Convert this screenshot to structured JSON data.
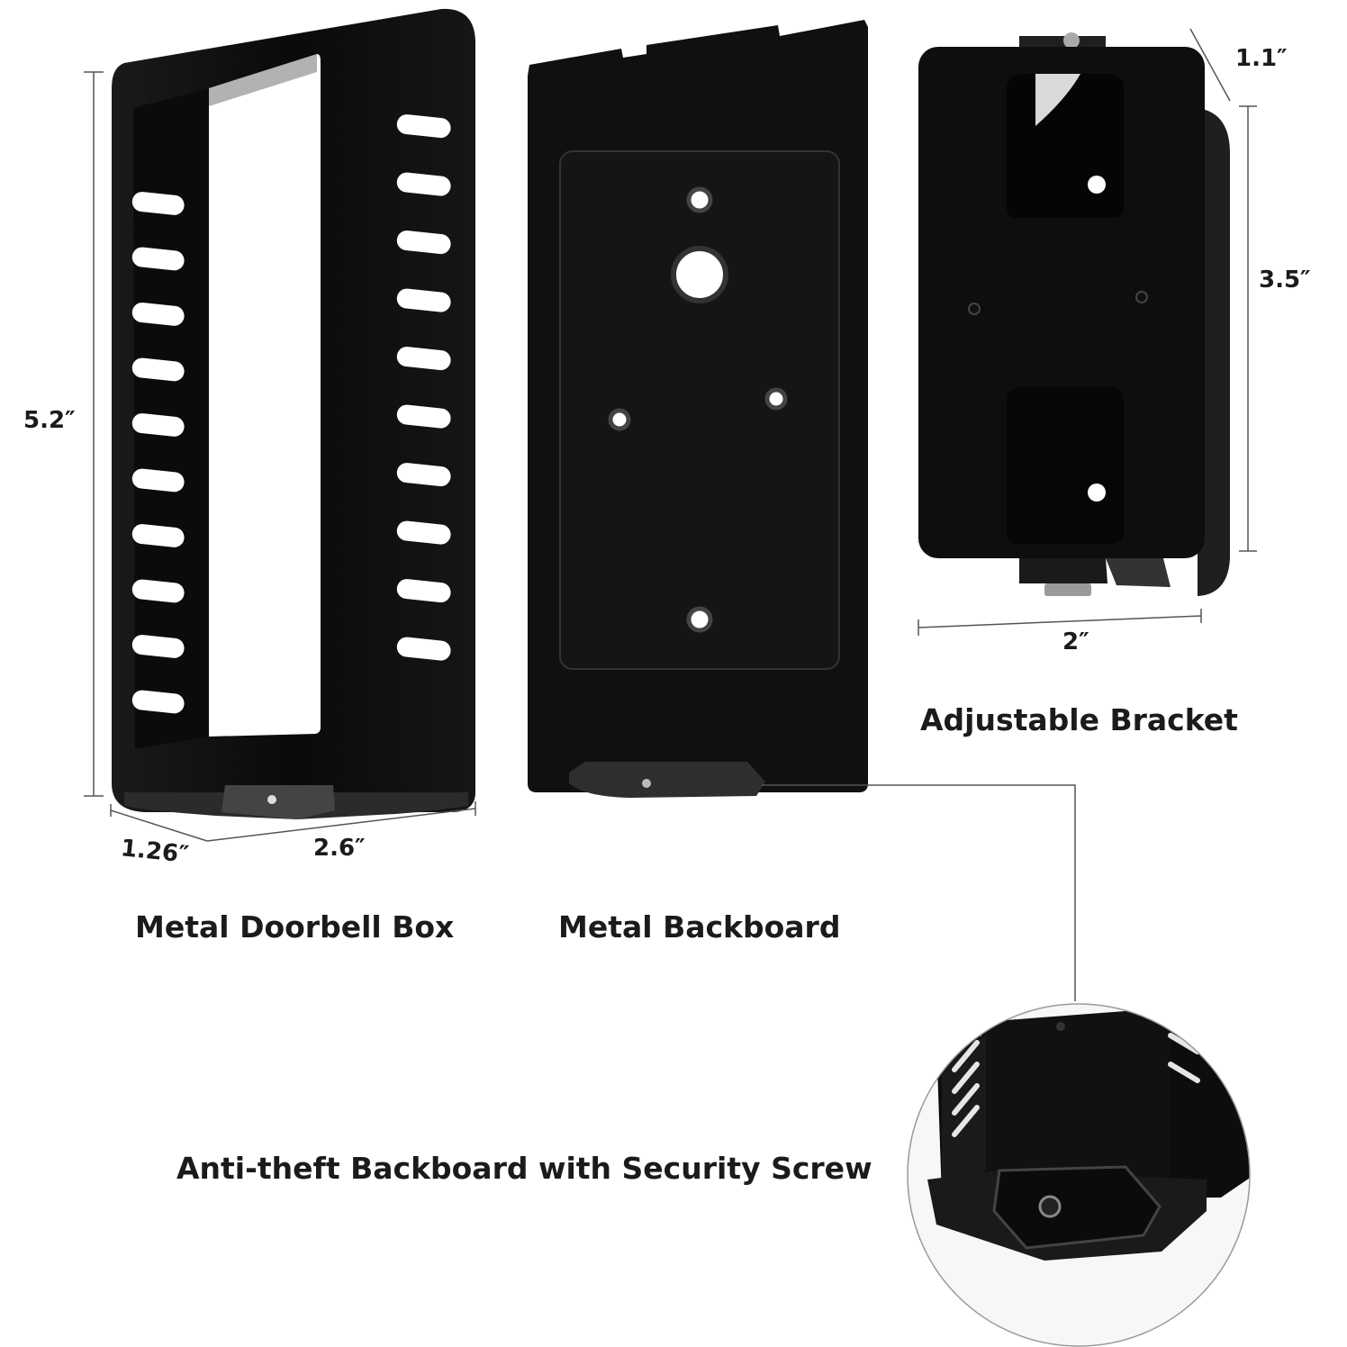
{
  "dimensions": {
    "box_height": "5.2″",
    "box_depth": "1.26″",
    "box_width": "2.6″",
    "bracket_depth": "1.1″",
    "bracket_height": "3.5″",
    "bracket_width": "2″"
  },
  "labels": {
    "box": "Metal Doorbell Box",
    "backboard": "Metal Backboard",
    "bracket": "Adjustable Bracket",
    "antitheft": "Anti-theft Backboard with Security Screw"
  },
  "colors": {
    "metal": "#0d0d0d",
    "edge": "#2a2a2a",
    "plate": "#111111",
    "line": "#555555"
  }
}
